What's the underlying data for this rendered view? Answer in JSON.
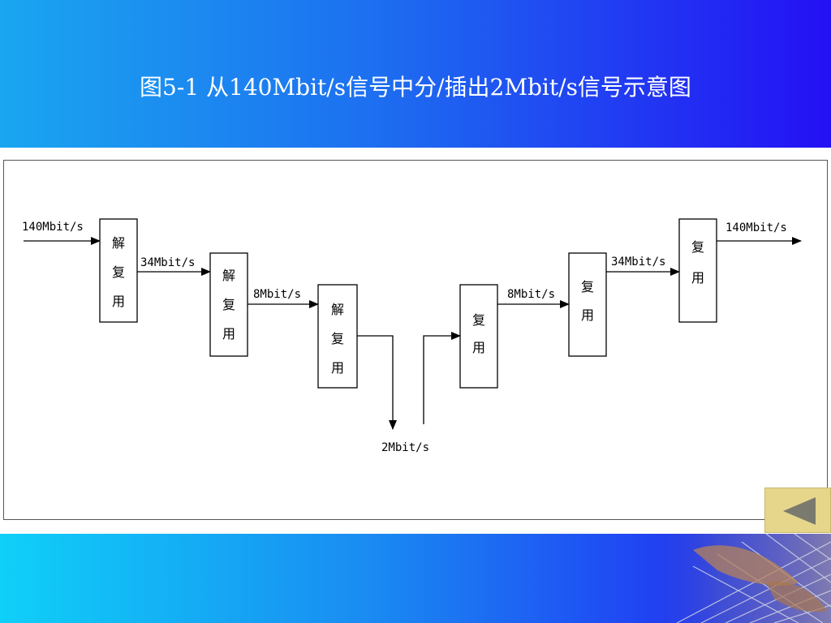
{
  "slide": {
    "title": "图5-1  从140Mbit/s信号中分/插出2Mbit/s信号示意图"
  },
  "diagram": {
    "signals": {
      "input": "140Mbit/s",
      "demux_34": "34Mbit/s",
      "demux_8": "8Mbit/s",
      "tributary": "2Mbit/s",
      "mux_8": "8Mbit/s",
      "mux_34": "34Mbit/s",
      "output": "140Mbit/s"
    },
    "blocks": {
      "demux1": [
        "解",
        "复",
        "用"
      ],
      "demux2": [
        "解",
        "复",
        "用"
      ],
      "demux3": [
        "解",
        "复",
        "用"
      ],
      "mux1": [
        "复",
        "用"
      ],
      "mux2": [
        "复",
        "用"
      ],
      "mux3": [
        "复",
        "用"
      ]
    }
  },
  "nav": {
    "back_icon": "triangle-left-icon"
  },
  "colors": {
    "header_left": "#1aa6f0",
    "header_right": "#2410f4",
    "footer_left": "#0fd0f8",
    "button_bg": "#e6d68c",
    "button_arrow": "#7a7a6e"
  }
}
